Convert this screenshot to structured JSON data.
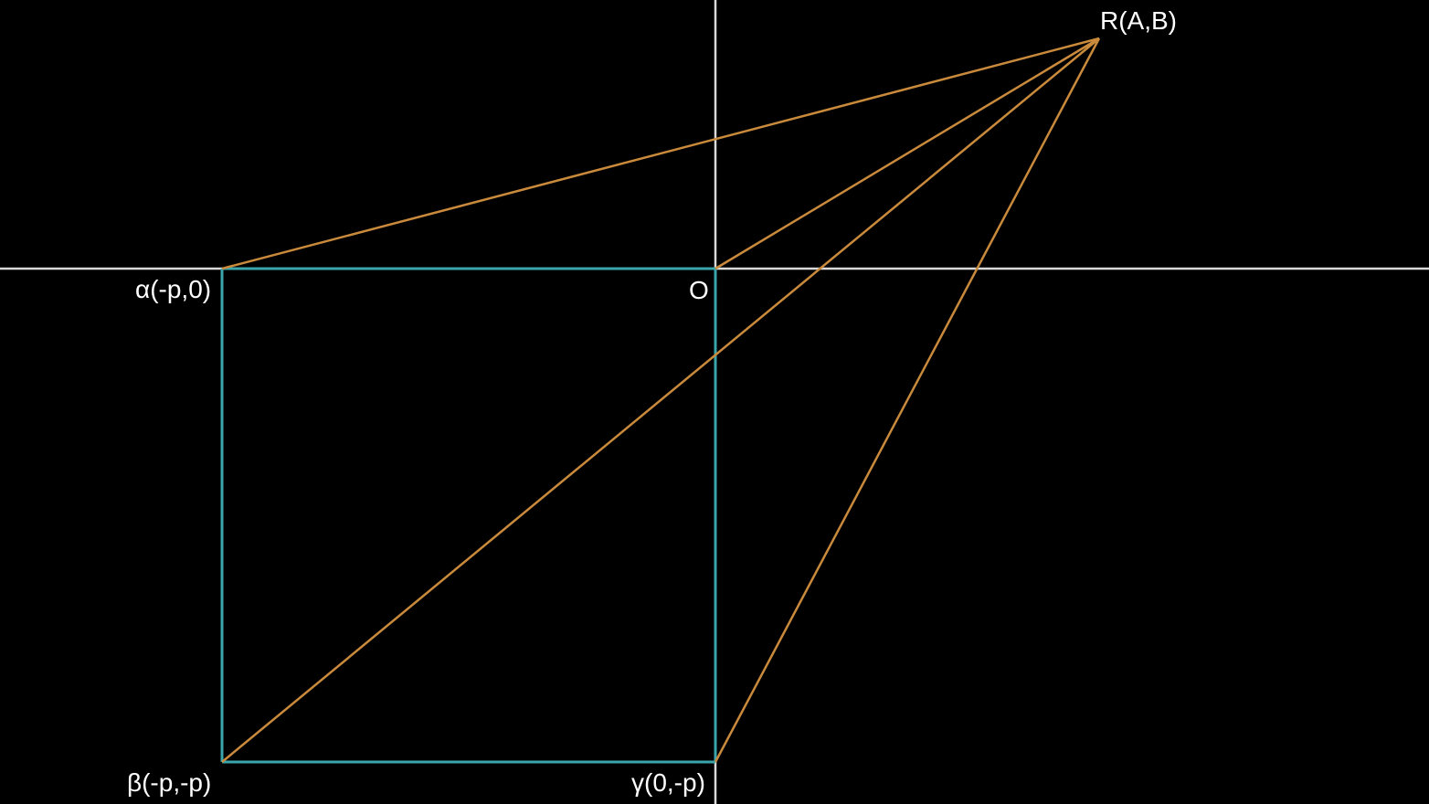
{
  "colors": {
    "background": "#000000",
    "axes": "#d9d9d9",
    "square": "#3aa6ac",
    "rays": "#c98a3c",
    "text": "#ffffff"
  },
  "points": {
    "R": {
      "label": "R(A,B)"
    },
    "O": {
      "label": "O"
    },
    "alpha": {
      "label": "α(-p,0)"
    },
    "beta": {
      "label": "β(-p,-p)"
    },
    "gamma": {
      "label": "γ(0,-p)"
    }
  },
  "segments": {
    "square_sides": [
      "O-alpha",
      "alpha-beta",
      "beta-gamma",
      "gamma-O"
    ],
    "rays_from_R": [
      "R-alpha",
      "R-O",
      "R-beta",
      "R-gamma"
    ]
  }
}
